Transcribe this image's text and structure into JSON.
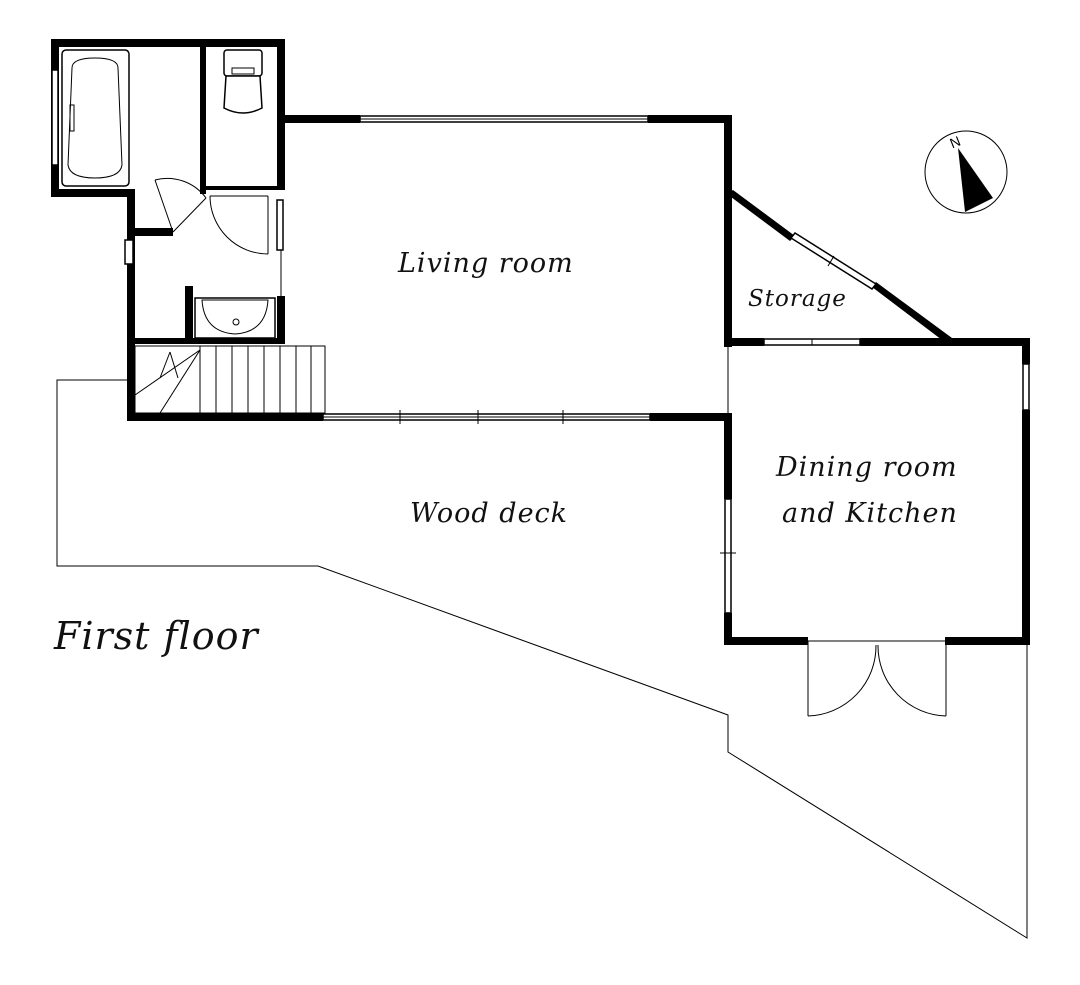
{
  "floor_label": "First floor",
  "rooms": {
    "living": "Living room",
    "storage": "Storage",
    "dining_line1": "Dining room",
    "dining_line2": "and Kitchen",
    "deck": "Wood deck"
  },
  "compass": {
    "north_letter": "N"
  },
  "colors": {
    "wall": "#000000",
    "background": "#ffffff",
    "line": "#000000"
  }
}
